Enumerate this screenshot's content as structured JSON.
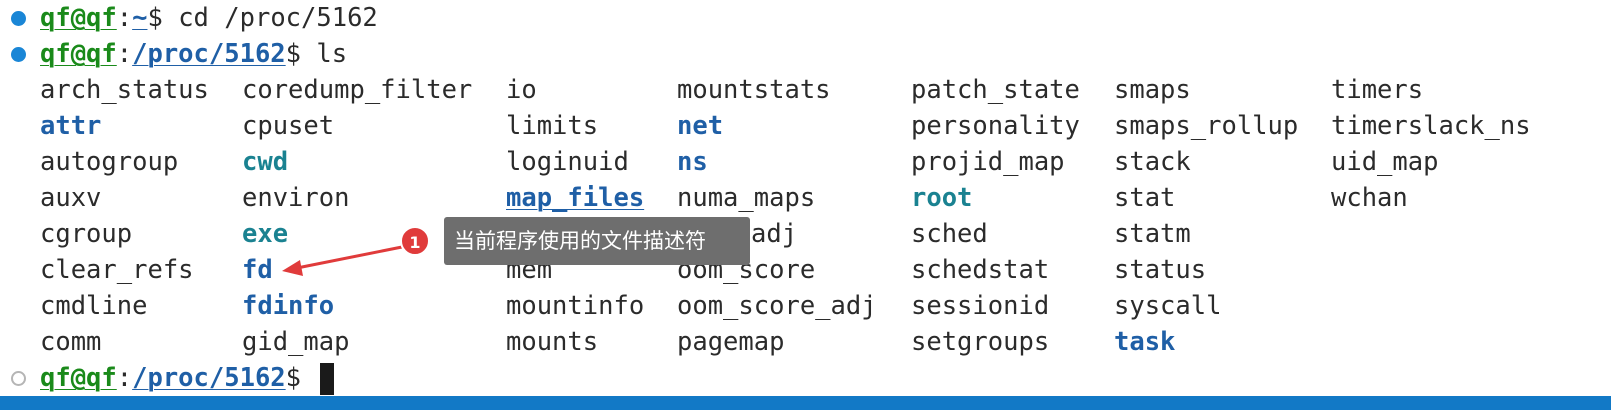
{
  "prompt": {
    "user_host": "qf@qf",
    "colon": ":",
    "dollar": "$ "
  },
  "history": [
    {
      "path": "~",
      "command": "cd /proc/5162"
    },
    {
      "path": "/proc/5162",
      "command": "ls"
    }
  ],
  "current": {
    "path": "/proc/5162",
    "command": ""
  },
  "listing": {
    "columns": [
      [
        {
          "name": "arch_status",
          "type": "file"
        },
        {
          "name": "attr",
          "type": "dir"
        },
        {
          "name": "autogroup",
          "type": "file"
        },
        {
          "name": "auxv",
          "type": "file"
        },
        {
          "name": "cgroup",
          "type": "file"
        },
        {
          "name": "clear_refs",
          "type": "file"
        },
        {
          "name": "cmdline",
          "type": "file"
        },
        {
          "name": "comm",
          "type": "file"
        }
      ],
      [
        {
          "name": "coredump_filter",
          "type": "file"
        },
        {
          "name": "cpuset",
          "type": "file"
        },
        {
          "name": "cwd",
          "type": "link"
        },
        {
          "name": "environ",
          "type": "file"
        },
        {
          "name": "exe",
          "type": "link"
        },
        {
          "name": "fd",
          "type": "dir"
        },
        {
          "name": "fdinfo",
          "type": "dir"
        },
        {
          "name": "gid_map",
          "type": "file"
        }
      ],
      [
        {
          "name": "io",
          "type": "file"
        },
        {
          "name": "limits",
          "type": "file"
        },
        {
          "name": "loginuid",
          "type": "file"
        },
        {
          "name": "map_files",
          "type": "dir"
        },
        {
          "name": "",
          "type": "file"
        },
        {
          "name": "mem",
          "type": "file"
        },
        {
          "name": "mountinfo",
          "type": "file"
        },
        {
          "name": "mounts",
          "type": "file"
        }
      ],
      [
        {
          "name": "mountstats",
          "type": "file"
        },
        {
          "name": "net",
          "type": "dir"
        },
        {
          "name": "ns",
          "type": "dir"
        },
        {
          "name": "numa_maps",
          "type": "file"
        },
        {
          "name": "adj",
          "type": "file"
        },
        {
          "name": "oom_score",
          "type": "file"
        },
        {
          "name": "oom_score_adj",
          "type": "file"
        },
        {
          "name": "pagemap",
          "type": "file"
        }
      ],
      [
        {
          "name": "patch_state",
          "type": "file"
        },
        {
          "name": "personality",
          "type": "file"
        },
        {
          "name": "projid_map",
          "type": "file"
        },
        {
          "name": "root",
          "type": "link"
        },
        {
          "name": "sched",
          "type": "file"
        },
        {
          "name": "schedstat",
          "type": "file"
        },
        {
          "name": "sessionid",
          "type": "file"
        },
        {
          "name": "setgroups",
          "type": "file"
        }
      ],
      [
        {
          "name": "smaps",
          "type": "file"
        },
        {
          "name": "smaps_rollup",
          "type": "file"
        },
        {
          "name": "stack",
          "type": "file"
        },
        {
          "name": "stat",
          "type": "file"
        },
        {
          "name": "statm",
          "type": "file"
        },
        {
          "name": "status",
          "type": "file"
        },
        {
          "name": "syscall",
          "type": "file"
        },
        {
          "name": "task",
          "type": "dir"
        }
      ],
      [
        {
          "name": "timers",
          "type": "file"
        },
        {
          "name": "timerslack_ns",
          "type": "file"
        },
        {
          "name": "uid_map",
          "type": "file"
        },
        {
          "name": "wchan",
          "type": "file"
        }
      ]
    ]
  },
  "annotation": {
    "badge": "1",
    "text": "当前程序使用的文件描述符",
    "color": "#e03b3b"
  },
  "colors": {
    "user": "#1a8a1a",
    "path": "#1f5fa6",
    "dir": "#1f5fa6",
    "link": "#1a8291",
    "tooltip_bg": "#6e6e6e",
    "bar": "#1279c6"
  }
}
